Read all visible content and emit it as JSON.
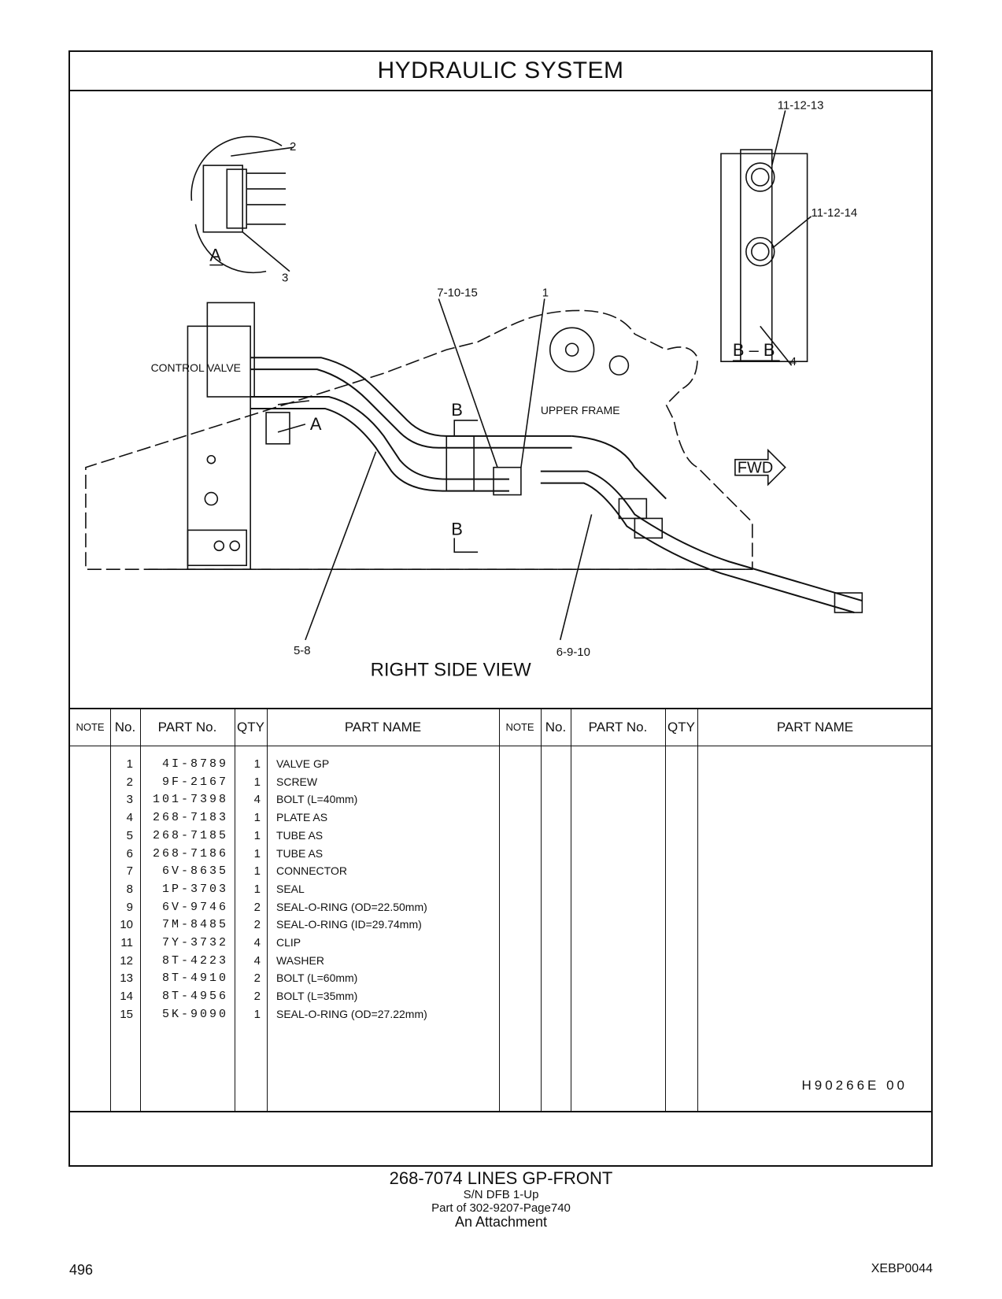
{
  "title": "HYDRAULIC   SYSTEM",
  "drawing": {
    "labels": {
      "detail_a": "A",
      "callout_2": "2",
      "callout_3": "3",
      "control_valve": "CONTROL  VALVE",
      "arrow_a": "A",
      "callout_7_10_15": "7-10-15",
      "callout_1": "1",
      "section_b_top": "B",
      "section_b_bottom": "B",
      "upper_frame": "UPPER  FRAME",
      "fwd": "FWD",
      "callout_11_12_13": "11-12-13",
      "callout_11_12_14": "11-12-14",
      "callout_4": "4",
      "section_bb": "B – B",
      "callout_5_8": "5-8",
      "callout_6_9_10": "6-9-10",
      "view_caption": "RIGHT  SIDE  VIEW"
    }
  },
  "table": {
    "headers": {
      "note": "NOTE",
      "no": "No.",
      "part_no": "PART No.",
      "qty": "QTY",
      "part_name": "PART NAME"
    },
    "rows": [
      {
        "no": "1",
        "part_no": "4I-8789",
        "qty": "1",
        "name": "VALVE  GP"
      },
      {
        "no": "2",
        "part_no": "9F-2167",
        "qty": "1",
        "name": "SCREW"
      },
      {
        "no": "3",
        "part_no": "101-7398",
        "qty": "4",
        "name": "BOLT (L=40mm)"
      },
      {
        "no": "4",
        "part_no": "268-7183",
        "qty": "1",
        "name": "PLATE  AS"
      },
      {
        "no": "5",
        "part_no": "268-7185",
        "qty": "1",
        "name": "TUBE  AS"
      },
      {
        "no": "6",
        "part_no": "268-7186",
        "qty": "1",
        "name": "TUBE  AS"
      },
      {
        "no": "7",
        "part_no": "6V-8635",
        "qty": "1",
        "name": "CONNECTOR"
      },
      {
        "no": "8",
        "part_no": "1P-3703",
        "qty": "1",
        "name": "SEAL"
      },
      {
        "no": "9",
        "part_no": "6V-9746",
        "qty": "2",
        "name": "SEAL-O-RING (OD=22.50mm)"
      },
      {
        "no": "10",
        "part_no": "7M-8485",
        "qty": "2",
        "name": "SEAL-O-RING (ID=29.74mm)"
      },
      {
        "no": "11",
        "part_no": "7Y-3732",
        "qty": "4",
        "name": "CLIP"
      },
      {
        "no": "12",
        "part_no": "8T-4223",
        "qty": "4",
        "name": "WASHER"
      },
      {
        "no": "13",
        "part_no": "8T-4910",
        "qty": "2",
        "name": "BOLT (L=60mm)"
      },
      {
        "no": "14",
        "part_no": "8T-4956",
        "qty": "2",
        "name": "BOLT (L=35mm)"
      },
      {
        "no": "15",
        "part_no": "5K-9090",
        "qty": "1",
        "name": "SEAL-O-RING (OD=27.22mm)"
      }
    ]
  },
  "drawing_code": "H90266E    00",
  "caption": {
    "line1": "268-7074   LINES  GP-FRONT",
    "line2": "S/N DFB 1-Up",
    "line3": "Part of 302-9207-Page740",
    "line4": "An Attachment"
  },
  "footer": {
    "page_number": "496",
    "doc_code": "XEBP0044"
  }
}
